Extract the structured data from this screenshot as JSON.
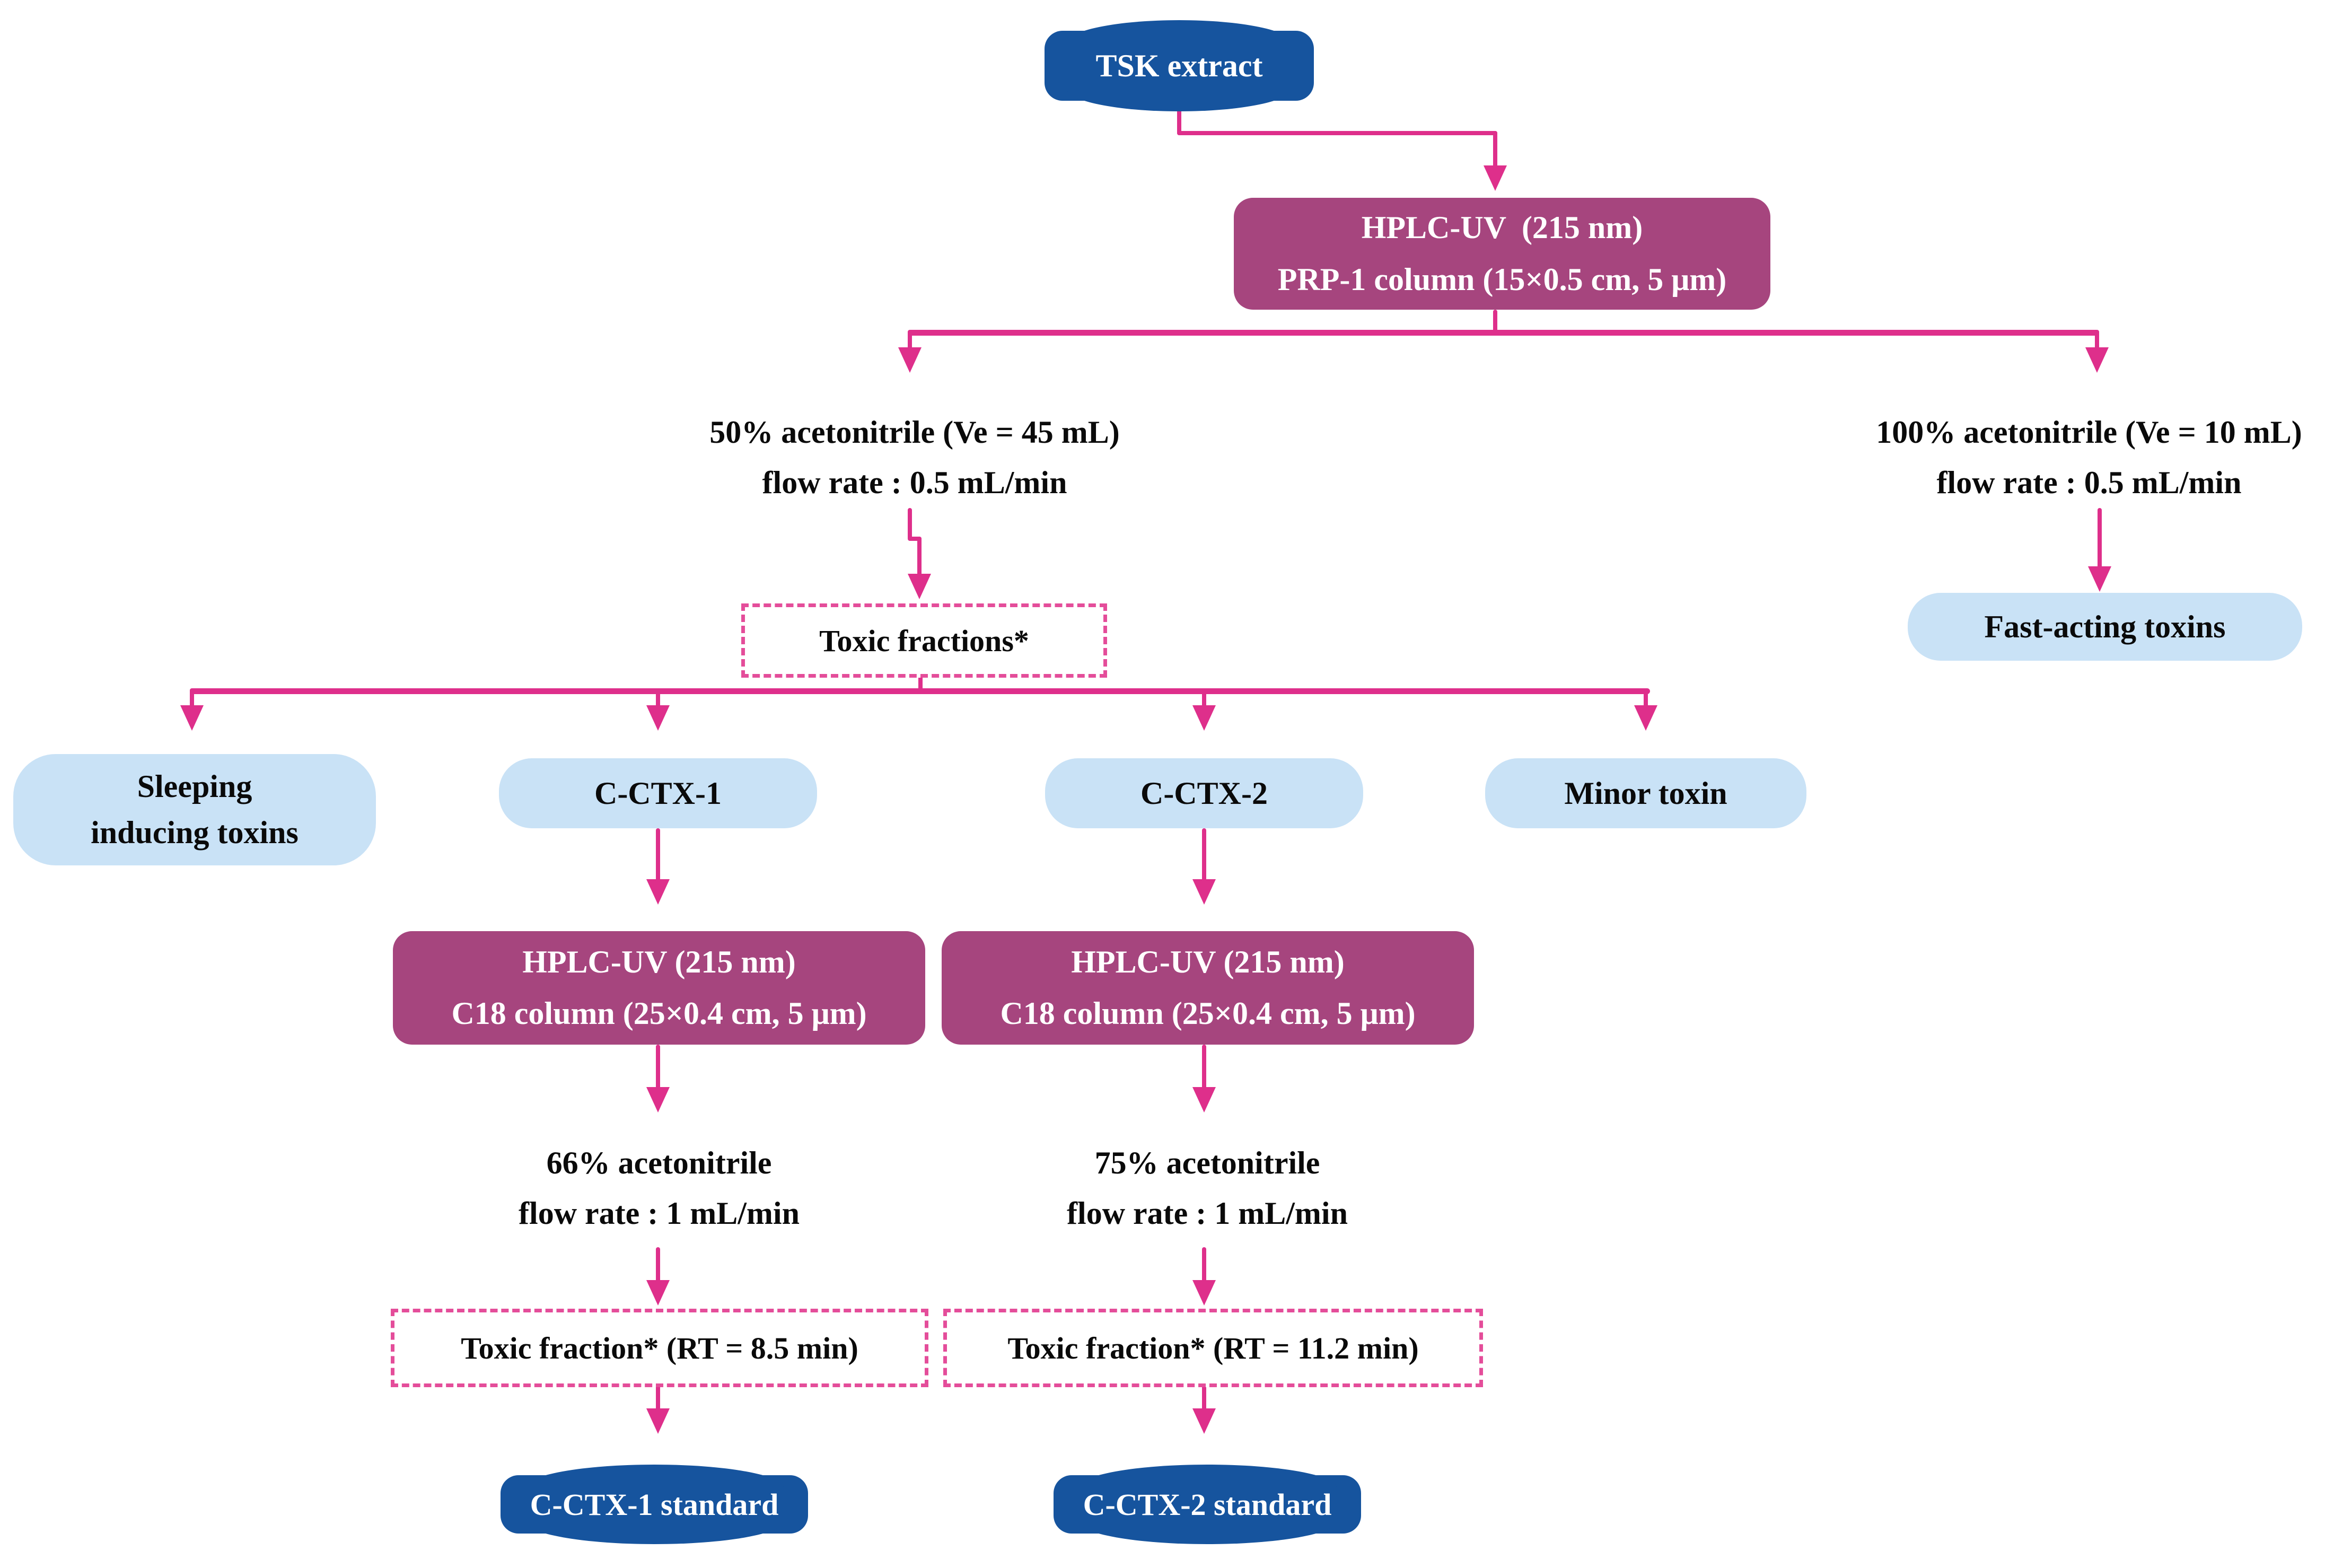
{
  "palette": {
    "terminator_blue": "#16549e",
    "process_magenta": "#a6457e",
    "result_light_blue": "#c9e2f6",
    "arrow_pink": "#de2f8b",
    "dashed_border_pink": "#e44d9a",
    "text_black": "#0a0a0a",
    "background": "#ffffff"
  },
  "nodes": {
    "tsk_extract": {
      "label": "TSK extract"
    },
    "hplc_prp": {
      "line1": "HPLC-UV  (215 nm)",
      "line2": "PRP-1 column (15×0.5 cm, 5 μm)"
    },
    "branch_50": {
      "line1": "50% acetonitrile (Ve = 45 mL)",
      "line2": "flow rate : 0.5 mL/min"
    },
    "branch_100": {
      "line1": "100% acetonitrile (Ve = 10 mL)",
      "line2": "flow rate : 0.5 mL/min"
    },
    "toxic_fractions": {
      "label": "Toxic fractions*"
    },
    "fast_acting_toxins": {
      "label": "Fast-acting toxins"
    },
    "sleeping_inducing_toxins": {
      "line1": "Sleeping",
      "line2": "inducing toxins"
    },
    "c_ctx_1": {
      "label": "C-CTX-1"
    },
    "c_ctx_2": {
      "label": "C-CTX-2"
    },
    "minor_toxin": {
      "label": "Minor toxin"
    },
    "hplc_c18_left": {
      "line1": "HPLC-UV (215 nm)",
      "line2": "C18 column (25×0.4 cm, 5 μm)"
    },
    "hplc_c18_right": {
      "line1": "HPLC-UV (215 nm)",
      "line2": "C18 column (25×0.4 cm, 5 μm)"
    },
    "branch_66": {
      "line1": "66% acetonitrile",
      "line2": "flow rate : 1 mL/min"
    },
    "branch_75": {
      "line1": "75% acetonitrile",
      "line2": "flow rate : 1 mL/min"
    },
    "toxic_fraction_rt85": {
      "label": "Toxic fraction* (RT = 8.5 min)"
    },
    "toxic_fraction_rt112": {
      "label": "Toxic fraction* (RT = 11.2 min)"
    },
    "c_ctx_1_standard": {
      "label": "C-CTX-1 standard"
    },
    "c_ctx_2_standard": {
      "label": "C-CTX-2 standard"
    }
  }
}
